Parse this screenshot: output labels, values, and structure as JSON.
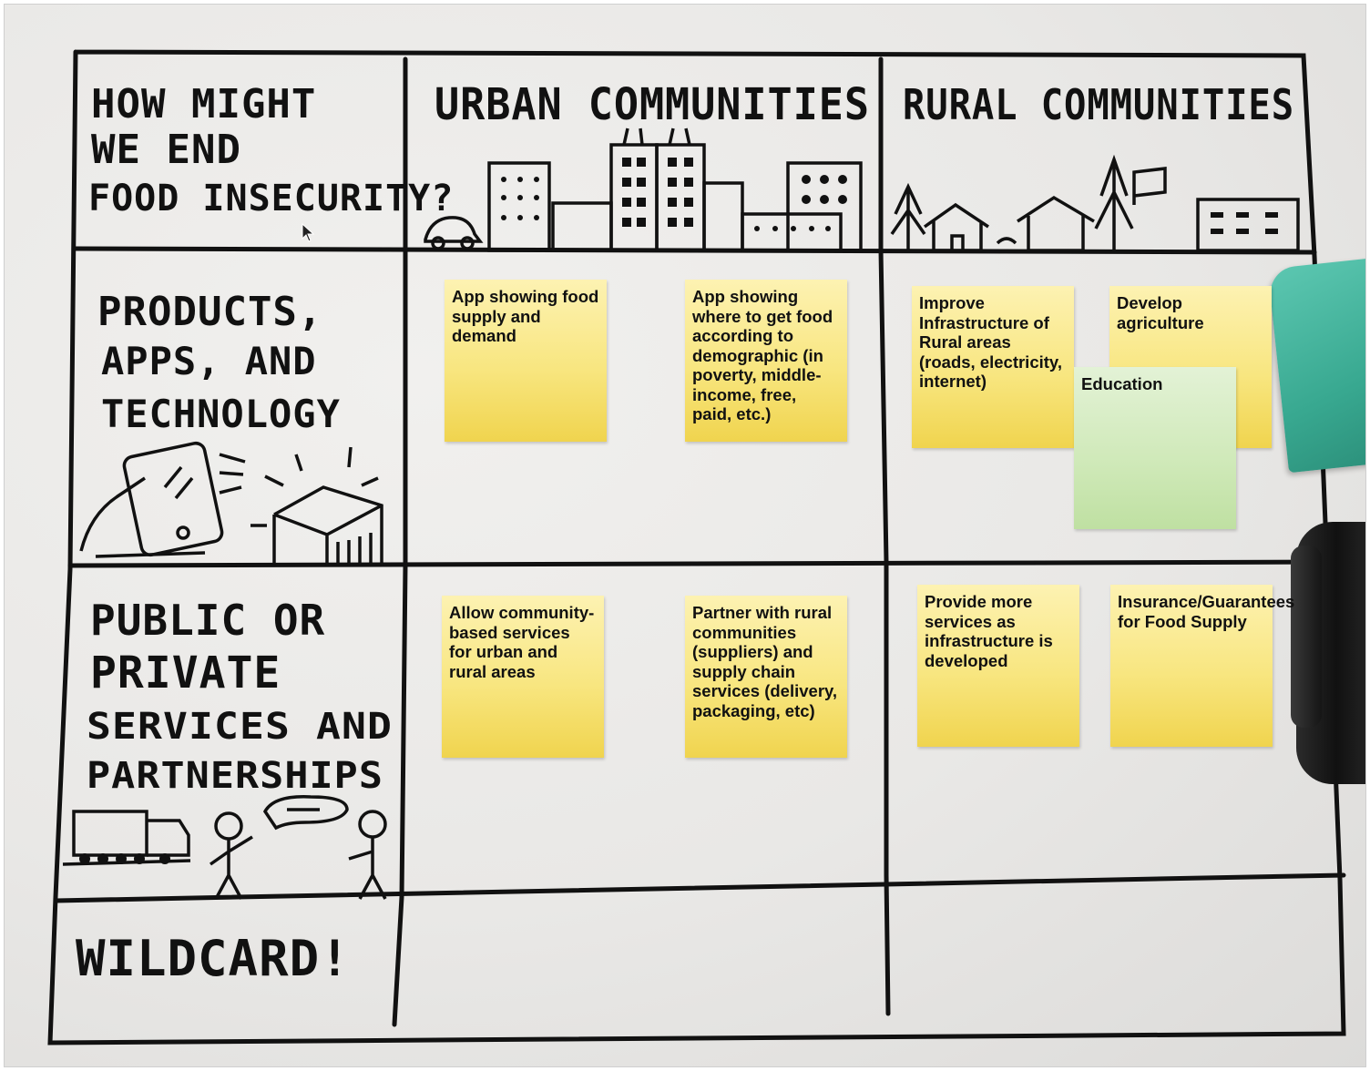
{
  "board": {
    "question": [
      "HOW MIGHT",
      "WE END",
      "FOOD INSECURITY?"
    ],
    "columns": [
      "URBAN COMMUNITIES",
      "RURAL COMMUNITIES"
    ],
    "rows": [
      [
        "PRODUCTS,",
        "APPS, AND",
        "TECHNOLOGY"
      ],
      [
        "PUBLIC OR",
        "PRIVATE",
        "SERVICES AND",
        "PARTNERSHIPS"
      ],
      [
        "WILDCARD!"
      ]
    ]
  },
  "notes": {
    "n1": "App showing food supply and demand",
    "n2": "App showing where to get food according to demographic (in poverty, middle-income, free, paid, etc.)",
    "n3": "Improve Infrastructure of Rural areas (roads, electricity, internet)",
    "n4": "Develop agriculture",
    "n5": "Education",
    "n6": "Allow community-based services for urban and rural areas",
    "n7": "Partner with rural communities (suppliers) and supply chain services (delivery, packaging, etc)",
    "n8": "Provide more services as infrastructure is developed",
    "n9": "Insurance/Guarantees for Food Supply"
  },
  "colors": {
    "sticky_yellow": "#f8e680",
    "sticky_green": "#cfe9b8",
    "ink": "#111111",
    "teal_pad": "#38a890"
  },
  "icons": [
    "city-skyline-icon",
    "rural-village-icon",
    "phone-in-hand-icon",
    "package-icon",
    "delivery-truck-icon",
    "people-talking-icon",
    "mouse-cursor-icon"
  ]
}
